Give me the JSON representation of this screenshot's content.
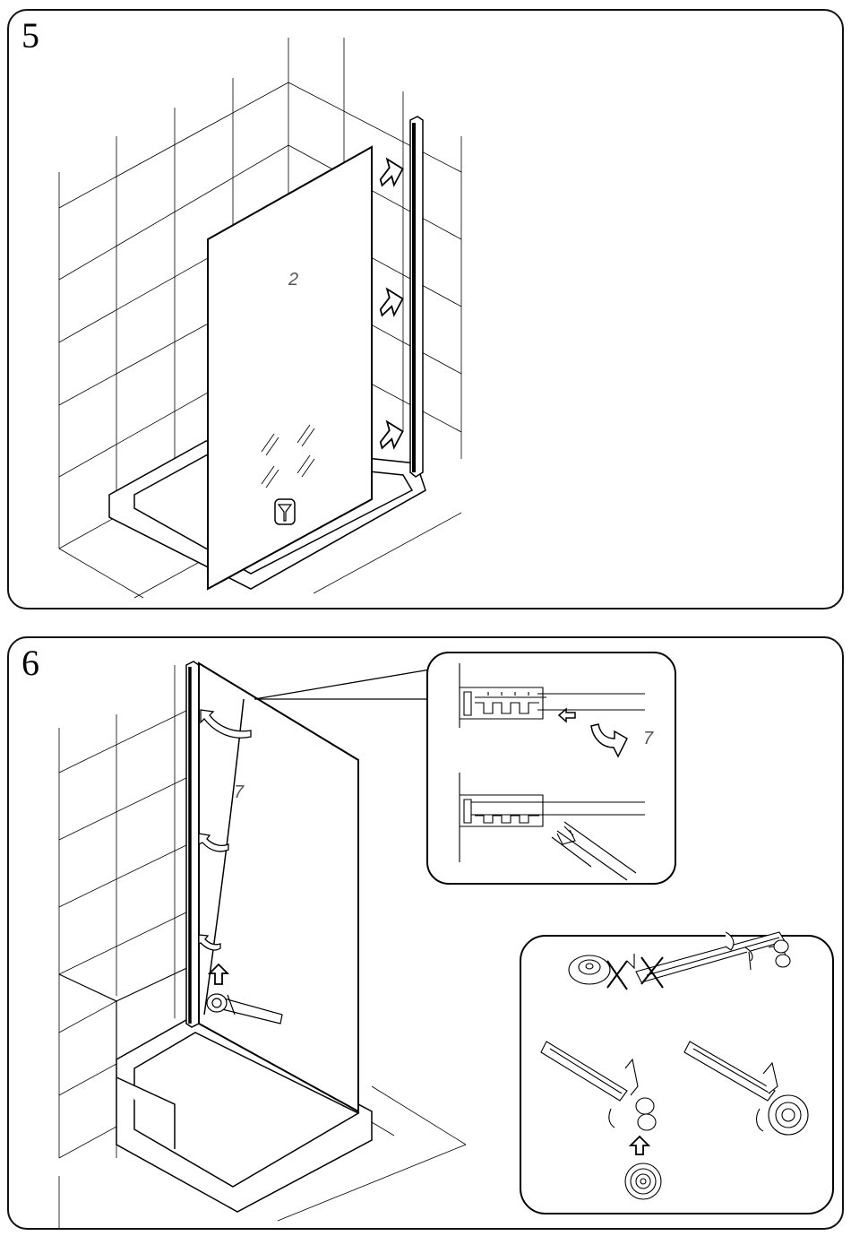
{
  "steps": [
    {
      "number": "5",
      "panel_label": "2"
    },
    {
      "number": "6",
      "rotation_label": "7",
      "detail_rotation_label": "7"
    }
  ]
}
